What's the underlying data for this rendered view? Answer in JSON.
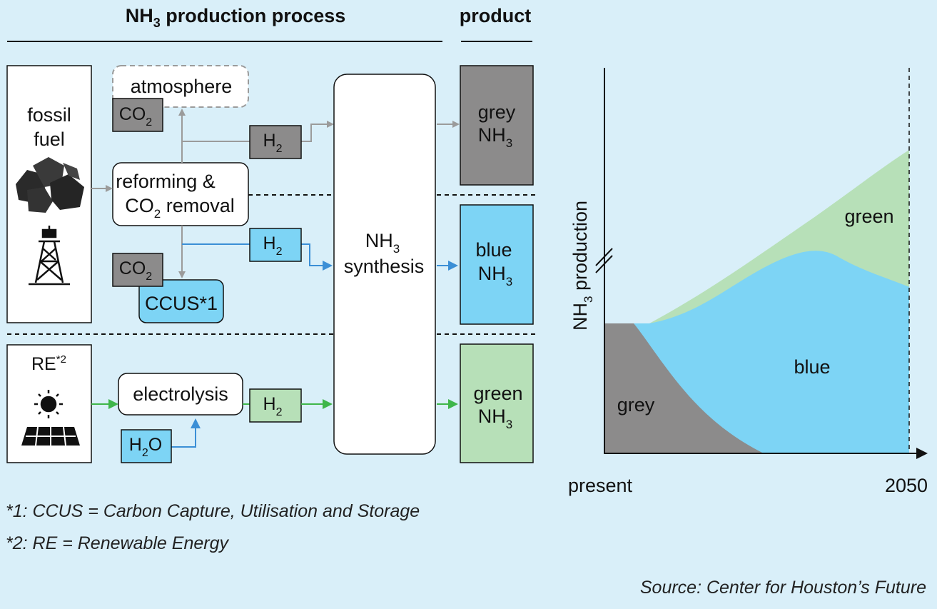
{
  "header": {
    "process_title_main": "NH",
    "process_title_sub": "3",
    "process_title_rest": " production process",
    "product_title": "product"
  },
  "sources": {
    "fossil_line1": "fossil",
    "fossil_line2": "fuel",
    "re_label": "RE",
    "re_sup": "*2"
  },
  "process": {
    "atmosphere": "atmosphere",
    "co2_main": "CO",
    "co2_sub": "2",
    "h2_main": "H",
    "h2_sub": "2",
    "reforming_line1": "reforming &",
    "reforming_line2_main": "CO",
    "reforming_line2_sub": "2",
    "reforming_line2_rest": " removal",
    "ccus": "CCUS*1",
    "electrolysis": "electrolysis",
    "h2o_main": "H",
    "h2o_sub": "2",
    "h2o_rest": "O",
    "synthesis_main": "NH",
    "synthesis_sub": "3",
    "synthesis_line2": "synthesis"
  },
  "products": {
    "grey": "grey",
    "blue": "blue",
    "green": "green",
    "nh_main": "NH",
    "nh_sub": "3"
  },
  "colors": {
    "background": "#d9eff9",
    "grey": "#8c8b8b",
    "blue": "#7dd4f5",
    "green": "#b7e0b8",
    "arrow_grey": "#9b9b9b",
    "arrow_blue": "#3b8fd6",
    "arrow_green": "#3fb64a"
  },
  "chart_data": {
    "type": "area",
    "ylabel_main": "NH",
    "ylabel_sub": "3",
    "ylabel_rest": " production",
    "x_start_label": "present",
    "x_end_label": "2050",
    "series": [
      {
        "name": "grey",
        "trend": "declining to zero"
      },
      {
        "name": "blue",
        "trend": "rising, peak then slight decline"
      },
      {
        "name": "green",
        "trend": "rising steadily"
      }
    ]
  },
  "footnotes": {
    "note1": "*1: CCUS = Carbon Capture, Utilisation and Storage",
    "note2": "*2: RE = Renewable Energy",
    "source": "Source: Center for Houston’s Future"
  }
}
